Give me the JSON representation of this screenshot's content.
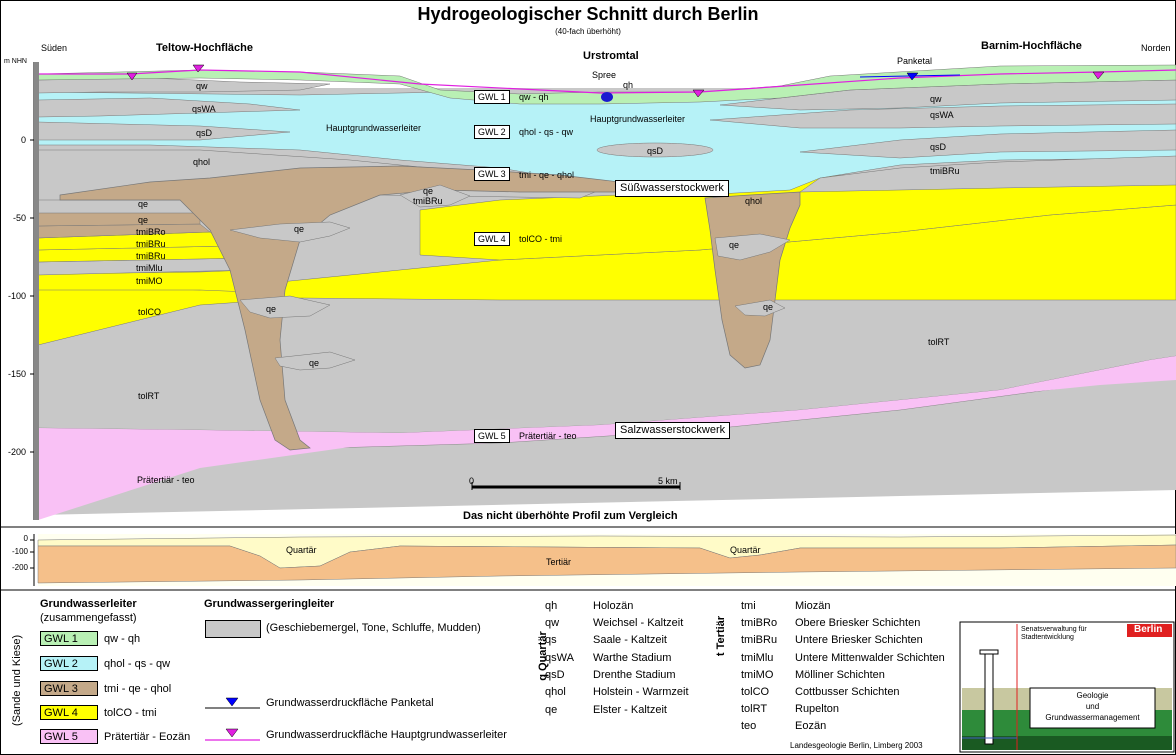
{
  "title": "Hydrogeologischer Schnitt durch Berlin",
  "subtitle": "(40-fach überhöht)",
  "directions": {
    "south": "Süden",
    "north": "Norden"
  },
  "regions": {
    "left": "Teltow-Hochfläche",
    "center": "Urstromtal",
    "right": "Barnim-Hochfläche"
  },
  "places": {
    "spree": "Spree",
    "panketal": "Panketal"
  },
  "y_axis": {
    "unit": "m NHN",
    "ticks": [
      "0",
      "-50",
      "-100",
      "-150",
      "-200"
    ]
  },
  "layer_labels": {
    "qw_l": "qw",
    "qsWA_l": "qsWA",
    "qsD_l": "qsD",
    "qhol_l": "qhol",
    "qe_l1": "qe",
    "qe_l2": "qe",
    "tmiBRo_l": "tmiBRo",
    "tmiBRu_l1": "tmiBRu",
    "tmiBRu_l2": "tmiBRu",
    "tmiMlu_l": "tmiMlu",
    "tmiMO_l": "tmiMO",
    "tolCO_l": "tolCO",
    "tolRT_l": "tolRT",
    "pre_l": "Prätertiär - teo",
    "qe_c1": "qe",
    "qe_c2": "qe",
    "qe_c3": "qe",
    "qe_c4": "qe",
    "tmiBRu_c": "tmiBRu",
    "hgw_l": "Hauptgrundwasserleiter",
    "hgw_r": "Hauptgrundwasserleiter",
    "qh_c": "qh",
    "qsD_c": "qsD",
    "qhol_r": "qhol",
    "qe_r1": "qe",
    "qe_r2": "qe",
    "qw_r": "qw",
    "qsWA_r": "qsWA",
    "qsD_r": "qsD",
    "tmiBRu_r": "tmiBRu",
    "tolRT_r": "tolRT"
  },
  "gwl_boxes": [
    {
      "label": "GWL 1",
      "desc": "qw - qh"
    },
    {
      "label": "GWL 2",
      "desc": "qhol - qs - qw"
    },
    {
      "label": "GWL 3",
      "desc": "tmi - qe - qhol"
    },
    {
      "label": "GWL 4",
      "desc": "tolCO - tmi"
    },
    {
      "label": "GWL 5",
      "desc": "Prätertiär - teo"
    }
  ],
  "stockwerk": {
    "fresh": "Süßwasserstockwerk",
    "salt": "Salzwasserstockwerk"
  },
  "scale": {
    "start": "0",
    "end": "5 km"
  },
  "profile2": {
    "title": "Das nicht überhöhte Profil zum Vergleich",
    "ticks": [
      "0",
      "-100",
      "-200"
    ],
    "quartaer": "Quartär",
    "tertiaer": "Tertiär"
  },
  "legend_aquifer": {
    "title": "Grundwasserleiter",
    "subtitle": "(zusammengefasst)",
    "side": "(Sande und Kiese)",
    "items": [
      {
        "label": "GWL 1",
        "desc": "qw - qh",
        "color": "#b9f0b4"
      },
      {
        "label": "GWL 2",
        "desc": "qhol - qs - qw",
        "color": "#b6f2f7"
      },
      {
        "label": "GWL 3",
        "desc": "tmi - qe - qhol",
        "color": "#c4a989"
      },
      {
        "label": "GWL 4",
        "desc": "tolCO - tmi",
        "color": "#ffff00"
      },
      {
        "label": "GWL 5",
        "desc": "Prätertiär - Eozän",
        "color": "#f9c1f5"
      }
    ]
  },
  "legend_aquitard": {
    "title": "Grundwassergeringleiter",
    "desc": "(Geschiebemergel, Tone, Schluffe, Mudden)",
    "color": "#c8c8c8"
  },
  "legend_lines": {
    "panketal": "Grundwasserdruckfläche Panketal",
    "main": "Grundwasserdruckfläche Hauptgrundwasserleiter"
  },
  "quartaer_title": "q  Quartär",
  "quartaer": [
    {
      "code": "qh",
      "name": "Holozän"
    },
    {
      "code": "qw",
      "name": "Weichsel - Kaltzeit"
    },
    {
      "code": "qs",
      "name": "Saale - Kaltzeit"
    },
    {
      "code": "qsWA",
      "name": "Warthe Stadium"
    },
    {
      "code": "qsD",
      "name": "Drenthe Stadium"
    },
    {
      "code": "qhol",
      "name": "Holstein - Warmzeit"
    },
    {
      "code": "qe",
      "name": "Elster - Kaltzeit"
    }
  ],
  "tertiaer_title": "t  Tertiär",
  "tertiaer": [
    {
      "code": "tmi",
      "name": "Miozän"
    },
    {
      "code": "tmiBRo",
      "name": "Obere Briesker Schichten"
    },
    {
      "code": "tmiBRu",
      "name": "Untere Briesker Schichten"
    },
    {
      "code": "tmiMlu",
      "name": "Untere Mittenwalder Schichten"
    },
    {
      "code": "tmiMO",
      "name": "Mölliner Schichten"
    },
    {
      "code": "tolCO",
      "name": "Cottbusser Schichten"
    },
    {
      "code": "tolRT",
      "name": "Rupelton"
    },
    {
      "code": "teo",
      "name": "Eozän"
    }
  ],
  "logo": {
    "org": "Senatsverwaltung für Stadtentwicklung",
    "city": "Berlin",
    "caption1": "Geologie",
    "caption2": "und",
    "caption3": "Grundwassermanagement"
  },
  "credit": "Landesgeologie Berlin, Limberg 2003",
  "colors": {
    "gwl1": "#b9f0b4",
    "gwl2": "#b6f2f7",
    "gwl3": "#c4a989",
    "gwl4": "#ffff00",
    "gwl5": "#f9c1f5",
    "aquitard": "#c8c8c8",
    "panketal_line": "#0000ff",
    "main_line": "#e020e0"
  }
}
